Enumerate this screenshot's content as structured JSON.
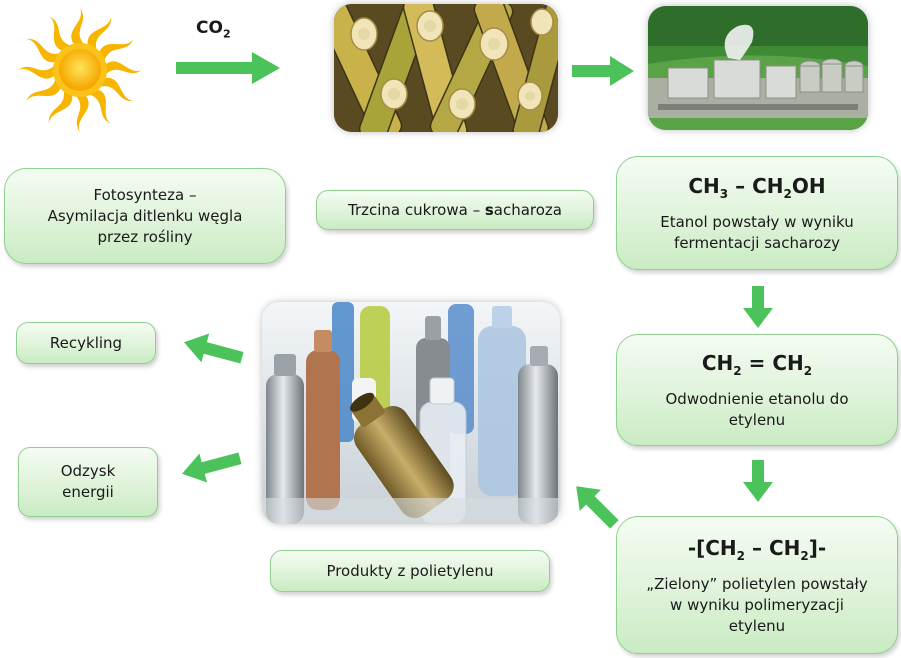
{
  "top": {
    "co2": "CO",
    "co2_sub": "2"
  },
  "boxes": {
    "photosynthesis": {
      "line1": "Fotosynteza –",
      "line2": "Asymilacja ditlenku węgla",
      "line3": "przez rośliny"
    },
    "sugarcane": {
      "pre": "Trzcina cukrowa – ",
      "bold": "s",
      "post": "acharoza"
    },
    "ethanol": {
      "f1": "CH",
      "f1_sub": "3",
      "f2": " – CH",
      "f2_sub": "2",
      "f3": "OH",
      "line1": "Etanol powstały w wyniku",
      "line2": "fermentacji sacharozy"
    },
    "ethylene": {
      "f1": "CH",
      "f1_sub": "2",
      "f2": " = CH",
      "f2_sub": "2",
      "line1": "Odwodnienie etanolu do",
      "line2": "etylenu"
    },
    "polyethylene": {
      "f1": "-[CH",
      "f1_sub": "2",
      "f2": " – CH",
      "f2_sub": "2",
      "f3": "]-",
      "line1": "„Zielony” polietylen powstały",
      "line2": "w wyniku polimeryzacji",
      "line3": "etylenu"
    },
    "recycling": "Recykling",
    "energy": {
      "line1": "Odzysk",
      "line2": "energii"
    },
    "products": "Produkty z polietylenu"
  },
  "colors": {
    "arrow_green": "#4cc35a",
    "box_border": "#8fcf8f",
    "sun": "#f7b500"
  }
}
